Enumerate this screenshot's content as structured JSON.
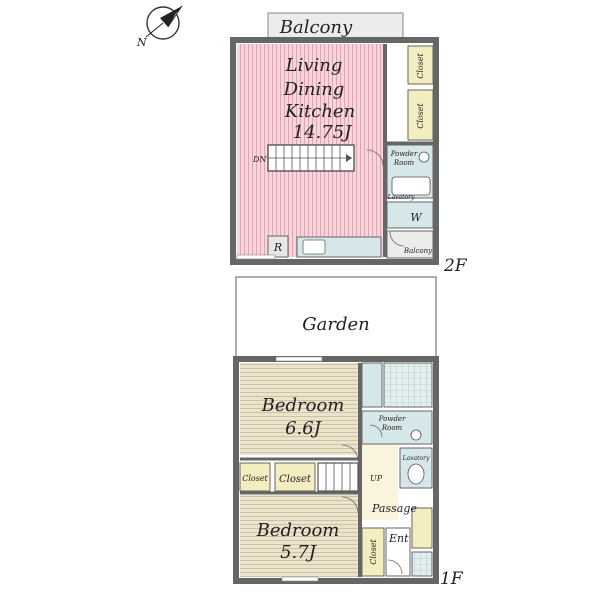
{
  "compass": {
    "label": "N"
  },
  "floor2": {
    "floor_label": "2F",
    "balcony_top": "Balcony",
    "ldk_line1": "Living",
    "ldk_line2": "Dining",
    "ldk_line3": "Kitchen",
    "ldk_size": "14.75J",
    "dn": "DN",
    "closet_a": "Closet",
    "closet_b": "Closet",
    "powder_room_line1": "Powder",
    "powder_room_line2": "Room",
    "lavatory": "Lavatory",
    "w": "W",
    "r": "R",
    "balcony_small": "Balcony"
  },
  "floor1": {
    "floor_label": "1F",
    "garden": "Garden",
    "bedroom1": "Bedroom",
    "bedroom1_size": "6.6J",
    "bedroom2": "Bedroom",
    "bedroom2_size": "5.7J",
    "closet_a": "Closet",
    "closet_b": "Closet",
    "closet_c": "Closet",
    "powder_room_line1": "Powder",
    "powder_room_line2": "Room",
    "lavatory": "Lavatory",
    "up": "UP",
    "passage": "Passage",
    "ent": "Ent"
  },
  "colors": {
    "ldk_fill": "#f4d6dc",
    "bedroom_fill": "#ece3cc",
    "closet_fill": "#f3edbf",
    "wet_fill": "#d6e7ea",
    "wall": "#666666"
  }
}
